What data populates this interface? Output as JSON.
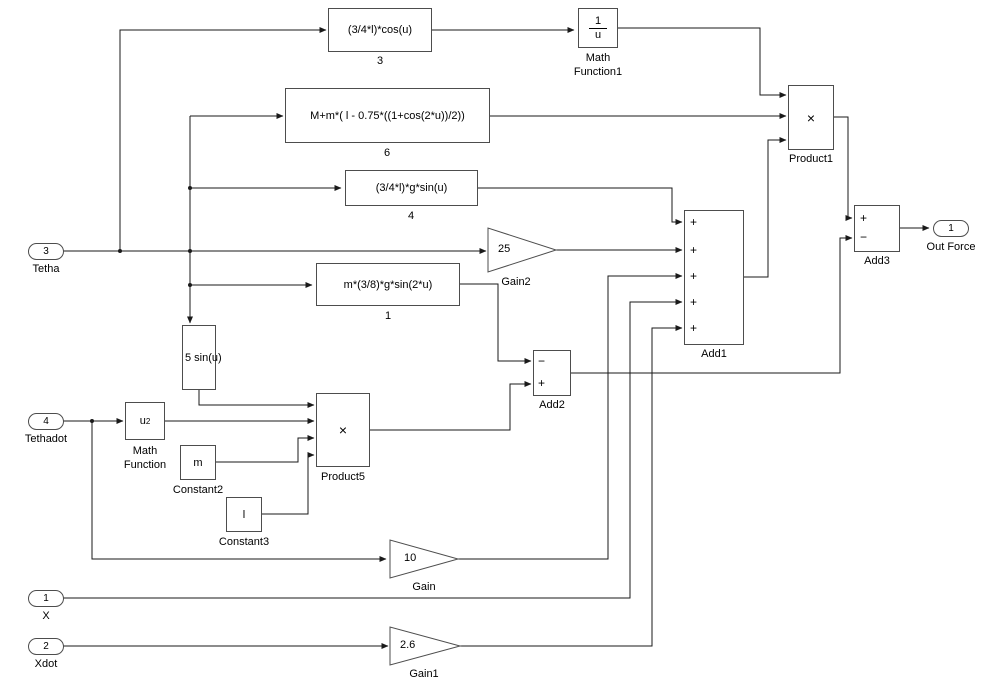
{
  "diagram": {
    "ports": {
      "tetha": {
        "num": "3",
        "label": "Tetha"
      },
      "tethadot": {
        "num": "4",
        "label": "Tethadot"
      },
      "x": {
        "num": "1",
        "label": "X"
      },
      "xdot": {
        "num": "2",
        "label": "Xdot"
      },
      "out_force": {
        "num": "1",
        "label": "Out Force"
      }
    },
    "blocks": {
      "fcn3": {
        "expr": "(3/4*l)*cos(u)",
        "name": "3"
      },
      "math_function1": {
        "numerator": "1",
        "denominator": "u",
        "name_line1": "Math",
        "name_line2": "Function1"
      },
      "fcn6": {
        "expr": "M+m*( l - 0.75*((1+cos(2*u))/2))",
        "name": "6"
      },
      "fcn4": {
        "expr": "(3/4*l)*g*sin(u)",
        "name": "4"
      },
      "gain2": {
        "value": "25",
        "name": "Gain2"
      },
      "fcn1": {
        "expr": "m*(3/8)*g*sin(2*u)",
        "name": "1"
      },
      "fcn5": {
        "expr": "5 sin(u)"
      },
      "math_function": {
        "base": "u",
        "exponent": "2",
        "name_line1": "Math",
        "name_line2": "Function"
      },
      "constant2": {
        "value": "m",
        "name": "Constant2"
      },
      "constant3": {
        "value": "l",
        "name": "Constant3"
      },
      "product5": {
        "symbol": "×",
        "name": "Product5"
      },
      "add2": {
        "signs": [
          "−",
          "+"
        ],
        "name": "Add2"
      },
      "add1": {
        "signs": [
          "+",
          "+",
          "+",
          "+",
          "+"
        ],
        "name": "Add1"
      },
      "product1": {
        "symbol": "×",
        "name": "Product1"
      },
      "add3": {
        "signs": [
          "+",
          "−"
        ],
        "name": "Add3"
      },
      "gain": {
        "value": "10",
        "name": "Gain"
      },
      "gain1": {
        "value": "2.6",
        "name": "Gain1"
      }
    }
  }
}
